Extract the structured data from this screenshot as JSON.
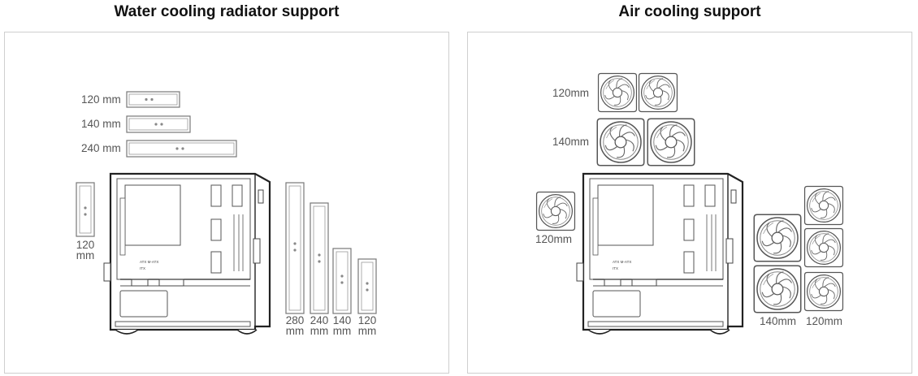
{
  "water": {
    "title": "Water cooling radiator support",
    "top_sizes": [
      "120 mm",
      "140 mm",
      "240 mm"
    ],
    "side_label_1": "120",
    "side_label_2": "mm",
    "front_sizes": [
      {
        "value": "280",
        "unit": "mm"
      },
      {
        "value": "240",
        "unit": "mm"
      },
      {
        "value": "140",
        "unit": "mm"
      },
      {
        "value": "120",
        "unit": "mm"
      }
    ]
  },
  "air": {
    "title": "Air cooling support",
    "top_label_120": "120mm",
    "top_label_140": "140mm",
    "rear_label": "120mm",
    "front_label_140": "140mm",
    "front_label_120": "120mm"
  }
}
